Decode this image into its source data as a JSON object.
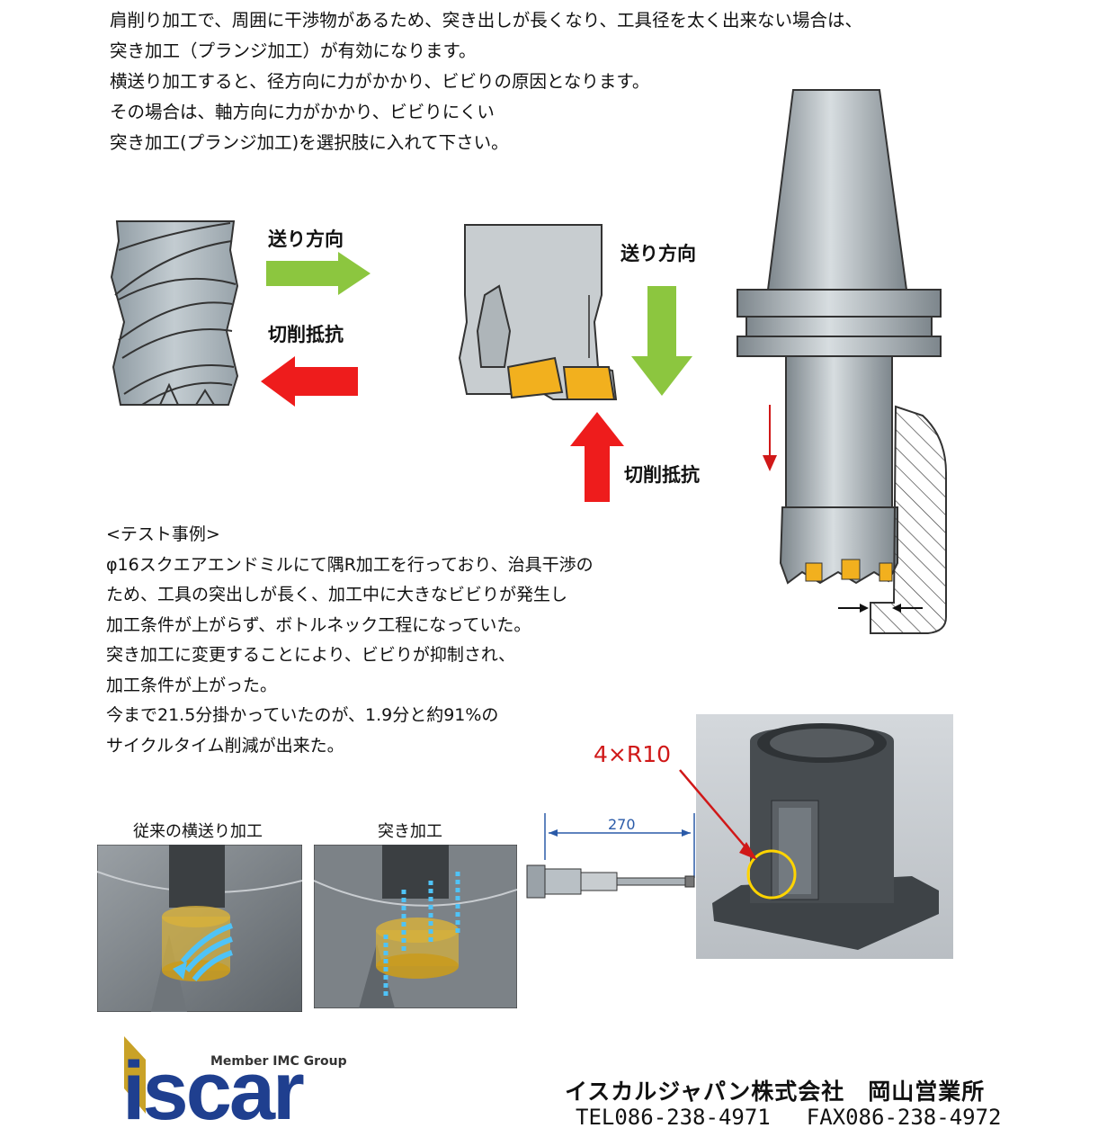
{
  "intro": {
    "lines": [
      "肩削り加工で、周囲に干渉物があるため、突き出しが長くなり、工具径を太く出来ない場合は、",
      "突き加工（プランジ加工）が有効になります。",
      "横送り加工すると、径方向に力がかかり、ビビりの原因となります。",
      "その場合は、軸方向に力がかかり、ビビりにくい",
      "突き加工(プランジ加工)を選択肢に入れて下さい。"
    ]
  },
  "diagram_side": {
    "feed_label": "送り方向",
    "resist_label": "切削抵抗"
  },
  "diagram_plunge": {
    "feed_label": "送り方向",
    "resist_label": "切削抵抗"
  },
  "case": {
    "lines": [
      "<テスト事例>",
      "φ16スクエアエンドミルにて隅R加工を行っており、治具干渉の",
      "ため、工具の突出しが長く、加工中に大きなビビりが発生し",
      "加工条件が上がらず、ボトルネック工程になっていた。",
      "突き加工に変更することにより、ビビりが抑制され、",
      "加工条件が上がった。",
      "今まで21.5分掛かっていたのが、1.9分と約91%の",
      "サイクルタイム削減が出来た。"
    ]
  },
  "sim": {
    "left_caption": "従来の横送り加工",
    "right_caption": "突き加工"
  },
  "part": {
    "dimension": "270",
    "corner_label": "4×R10"
  },
  "logo": {
    "tagline": "Member IMC Group",
    "wordmark": "iscar"
  },
  "footer": {
    "company": "イスカルジャパン株式会社　岡山営業所",
    "tel": "TEL086-238-4971",
    "fax": "FAX086-238-4972"
  },
  "colors": {
    "feed_arrow": "#8cc63f",
    "resist_arrow": "#ee1c1c",
    "annotation": "#d01818",
    "dimension": "#2a5aa8",
    "insert": "#f2b01e",
    "logo_gold": "#c9a227",
    "logo_blue": "#1f3f8f"
  }
}
